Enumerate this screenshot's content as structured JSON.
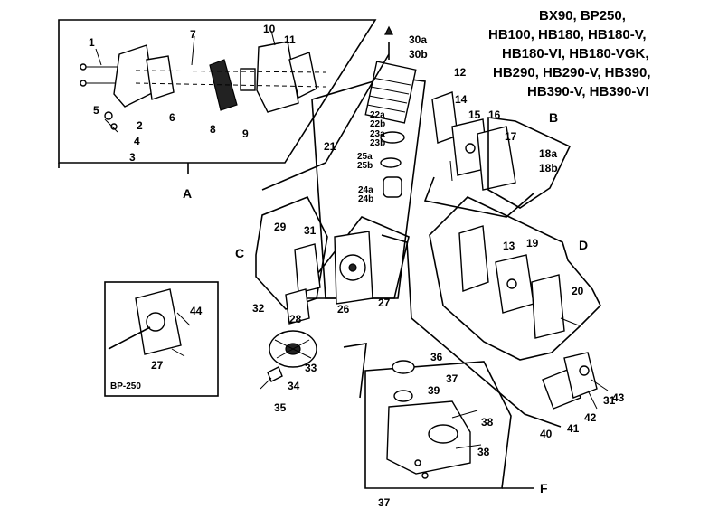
{
  "models": [
    "BX90,  BP250,",
    "HB100,  HB180,  HB180-V,",
    "HB180-VI,  HB180-VGK,",
    "HB290,  HB290-V,  HB390,",
    "HB390-V,  HB390-VI"
  ],
  "sections": {
    "a": "A",
    "b": "B",
    "c": "C",
    "d": "D",
    "f": "F"
  },
  "inset_caption": "BP-250",
  "labels": {
    "p1": "1",
    "p2": "2",
    "p3": "3",
    "p4": "4",
    "p5": "5",
    "p6": "6",
    "p7": "7",
    "p8": "8",
    "p9": "9",
    "p10": "10",
    "p11": "11",
    "p12": "12",
    "p13": "13",
    "p14": "14",
    "p15": "15",
    "p16": "16",
    "p17": "17",
    "p18a": "18a",
    "p18b": "18b",
    "p19": "19",
    "p20": "20",
    "p21": "21",
    "p22a": "22a",
    "p22b": "22b",
    "p23a": "23a",
    "p23b": "23b",
    "p24a": "24a",
    "p24b": "24b",
    "p25a": "25a",
    "p25b": "25b",
    "p26": "26",
    "p27a": "27",
    "p27b": "27",
    "p28": "28",
    "p29": "29",
    "p30a": "30a",
    "p30b": "30b",
    "p31a": "31",
    "p31b": "31",
    "p32": "32",
    "p33": "33",
    "p34": "34",
    "p35": "35",
    "p36": "36",
    "p37a": "37",
    "p37b": "37",
    "p38a": "38",
    "p38b": "38",
    "p39": "39",
    "p40": "40",
    "p41": "41",
    "p42": "42",
    "p43": "43",
    "p44": "44"
  }
}
